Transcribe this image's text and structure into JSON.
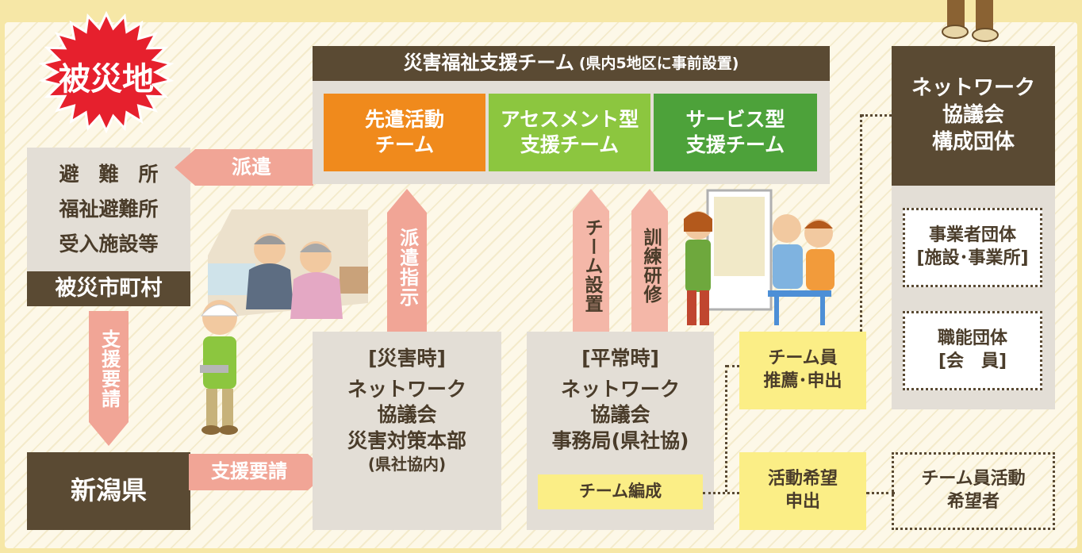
{
  "colors": {
    "background": "#f6e7a6",
    "dark_brown": "#5a4a33",
    "gray_box": "#e3ded6",
    "yellow_box": "#fbee86",
    "arrow_pink": "#f1a596",
    "arrow_light": "#f4b7a8",
    "burst_red": "#e6202d",
    "team_orange": "#f08a1c",
    "team_lightgreen": "#8cc63f",
    "team_green": "#4da23a"
  },
  "disaster_area": {
    "label": "被災地"
  },
  "shelter": {
    "line1": "避　難　所",
    "line2": "福祉避難所",
    "line3": "受入施設等",
    "footer": "被災市町村"
  },
  "prefecture": {
    "label": "新潟県"
  },
  "team_header": {
    "title": "災害福祉支援チーム",
    "subtitle": "(県内5地区に事前設置)"
  },
  "teams": [
    {
      "line1": "先遣活動",
      "line2": "チーム"
    },
    {
      "line1": "アセスメント型",
      "line2": "支援チーム"
    },
    {
      "line1": "サービス型",
      "line2": "支援チーム"
    }
  ],
  "arrows": {
    "dispatch": "派遣",
    "dispatch_order": "派遣指示",
    "support_request_vertical": "支援要請",
    "support_request_horizontal": "支援要請",
    "team_setup": "チーム設置",
    "training": "訓練研修"
  },
  "disaster_hq": {
    "bracket": "[災害時]",
    "line1": "ネットワーク",
    "line2": "協議会",
    "line3": "災害対策本部",
    "line4": "(県社協内)"
  },
  "normal_office": {
    "bracket": "[平常時]",
    "line1": "ネットワーク",
    "line2": "協議会",
    "line3": "事務局(県社協)",
    "team_formation": "チーム編成"
  },
  "network_members": {
    "title_line1": "ネットワーク",
    "title_line2": "協議会",
    "title_line3": "構成団体",
    "business_line1": "事業者団体",
    "business_line2": "[施設･事業所]",
    "professional_line1": "職能団体",
    "professional_line2": "[会　員]"
  },
  "member_recommend": {
    "line1": "チーム員",
    "line2": "推薦･申出"
  },
  "activity_request": {
    "line1": "活動希望",
    "line2": "申出"
  },
  "volunteer": {
    "line1": "チーム員活動",
    "line2": "希望者"
  }
}
